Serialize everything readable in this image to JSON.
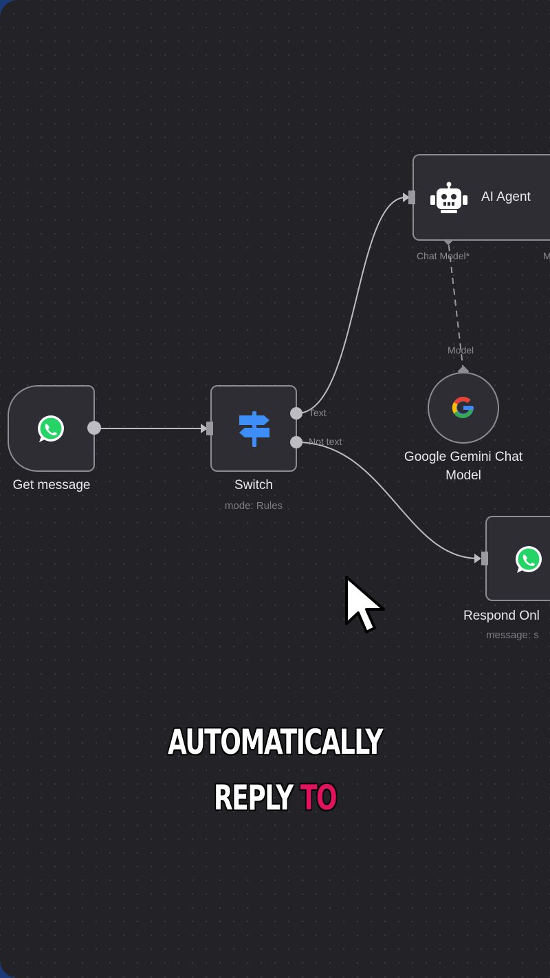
{
  "workflow": {
    "nodes": {
      "get_message": {
        "title": "Get message",
        "icon": "whatsapp-icon"
      },
      "switch": {
        "title": "Switch",
        "subtitle": "mode: Rules",
        "icon": "signpost-icon",
        "outputs": [
          "Text",
          "Not text"
        ]
      },
      "ai_agent": {
        "title": "AI Agent",
        "icon": "robot-icon",
        "input_label": "Chat Model*",
        "input_label_2": "M"
      },
      "gemini": {
        "title": "Google Gemini Chat",
        "title_2": "Model",
        "icon": "google-icon",
        "output_label": "Model"
      },
      "respond": {
        "title": "Respond Onl",
        "subtitle": "message: s",
        "icon": "whatsapp-icon"
      }
    }
  },
  "caption": {
    "line1": "AUTOMATICALLY",
    "line2_word1": "REPLY",
    "line2_word2": "TO"
  },
  "colors": {
    "canvas": "#232227",
    "node_bg": "#2e2d33",
    "node_border": "#8d8c93",
    "whatsapp": "#25d366",
    "switch_icon": "#3d8ef7",
    "caption_highlight": "#e0145c"
  }
}
